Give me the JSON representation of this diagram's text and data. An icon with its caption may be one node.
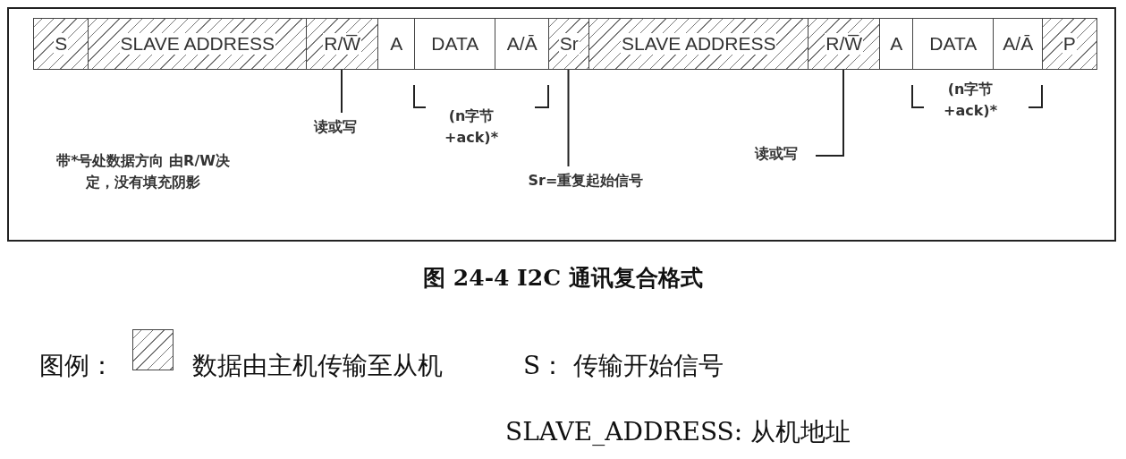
{
  "diagram": {
    "caption": "图 24-4 I2C 通讯复合格式",
    "nodes": [
      {
        "text": [
          "S"
        ]
      },
      {
        "text": [
          "SLAVE ADDRESS"
        ]
      },
      {
        "text": [
          "R/W̅"
        ]
      },
      {
        "text": [
          "A"
        ]
      },
      {
        "text": [
          "DATA"
        ]
      },
      {
        "text": [
          "A/Ā"
        ]
      },
      {
        "text": [
          "Sr"
        ]
      },
      {
        "text": [
          "SLAVE ADDRESS"
        ]
      },
      {
        "text": [
          "R/W̅"
        ]
      },
      {
        "text": [
          "A"
        ]
      },
      {
        "text": [
          "DATA"
        ]
      },
      {
        "text": [
          "A/Ā"
        ]
      },
      {
        "text": [
          "P"
        ]
      },
      {
        "text": [
          "读或写"
        ]
      },
      {
        "text": [
          "Sr=重复起始信号"
        ]
      },
      {
        "text": [
          "读或写"
        ]
      }
    ],
    "edges": [
      {
        "from": 13,
        "to": 2,
        "arrow": "none"
      },
      {
        "from": 14,
        "to": 6,
        "arrow": "none"
      },
      {
        "from": 15,
        "to": 8,
        "arrow": "none"
      }
    ],
    "labels": [
      "(n字节 +ack)*",
      "(n字节 +ack)*",
      "带*号处数据方向 由R/W决定，没有填充阴影",
      "图例：",
      "S： 传输开始信号",
      "SLAVE_ADDRESS: 从机地址"
    ],
    "legend": [
      {
        "text": "数据由主机传输至从机"
      }
    ]
  }
}
